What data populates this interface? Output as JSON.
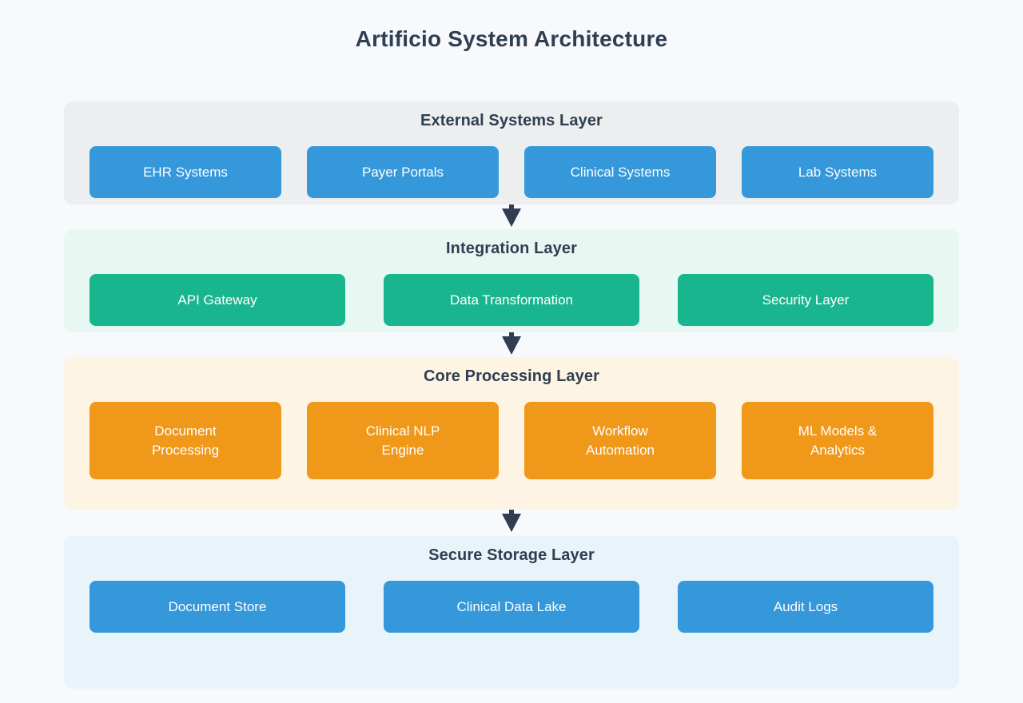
{
  "title": "Artificio System Architecture",
  "colors": {
    "page_background": "#f8f9fc",
    "title_text": "#2f3e50",
    "external_panel": "#eceeef",
    "external_node": "#3498db",
    "integration_panel": "#e7f7f2",
    "integration_node": "#19b58f",
    "core_panel": "#fdf4e4",
    "core_node": "#f09819",
    "storage_panel": "#e8f4fa",
    "storage_node": "#3498db",
    "arrow": "#2f3e50",
    "node_text": "#ffffff"
  },
  "layers": [
    {
      "id": "external",
      "title": "External Systems Layer",
      "nodes": [
        {
          "label": "EHR Systems"
        },
        {
          "label": "Payer Portals"
        },
        {
          "label": "Clinical Systems"
        },
        {
          "label": "Lab Systems"
        }
      ]
    },
    {
      "id": "integration",
      "title": "Integration Layer",
      "nodes": [
        {
          "label": "API Gateway"
        },
        {
          "label": "Data Transformation"
        },
        {
          "label": "Security Layer"
        }
      ]
    },
    {
      "id": "core",
      "title": "Core Processing Layer",
      "nodes": [
        {
          "label": "Document\nProcessing"
        },
        {
          "label": "Clinical NLP\nEngine"
        },
        {
          "label": "Workflow\nAutomation"
        },
        {
          "label": "ML Models &\nAnalytics"
        }
      ]
    },
    {
      "id": "storage",
      "title": "Secure Storage Layer",
      "nodes": [
        {
          "label": "Document Store"
        },
        {
          "label": "Clinical Data Lake"
        },
        {
          "label": "Audit Logs"
        }
      ]
    }
  ],
  "connectors": [
    {
      "from": "external",
      "to": "integration",
      "icon": "arrow-down-icon"
    },
    {
      "from": "integration",
      "to": "core",
      "icon": "arrow-down-icon"
    },
    {
      "from": "core",
      "to": "storage",
      "icon": "arrow-down-icon"
    }
  ]
}
